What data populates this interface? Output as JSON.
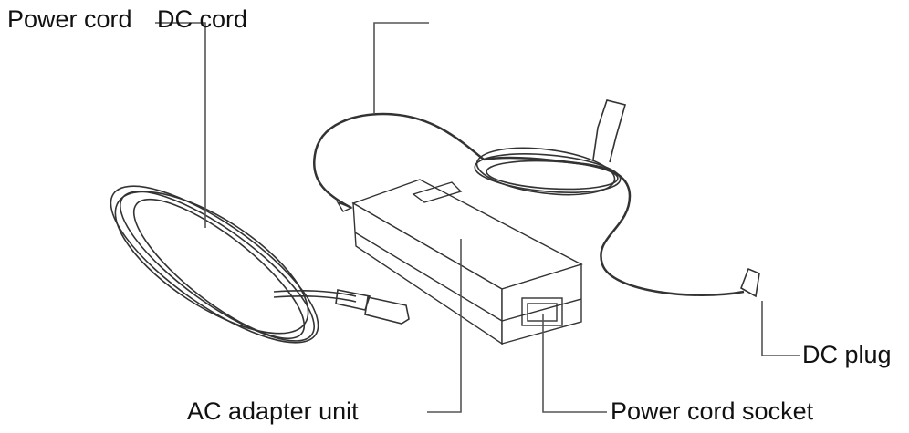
{
  "labels": {
    "power_cord": "Power cord",
    "dc_cord": "DC cord",
    "ac_adapter_unit": "AC adapter unit",
    "power_cord_socket": "Power cord socket",
    "dc_plug": "DC plug"
  },
  "colors": {
    "line": "#555555",
    "drawing": "#333333",
    "text": "#111111"
  }
}
